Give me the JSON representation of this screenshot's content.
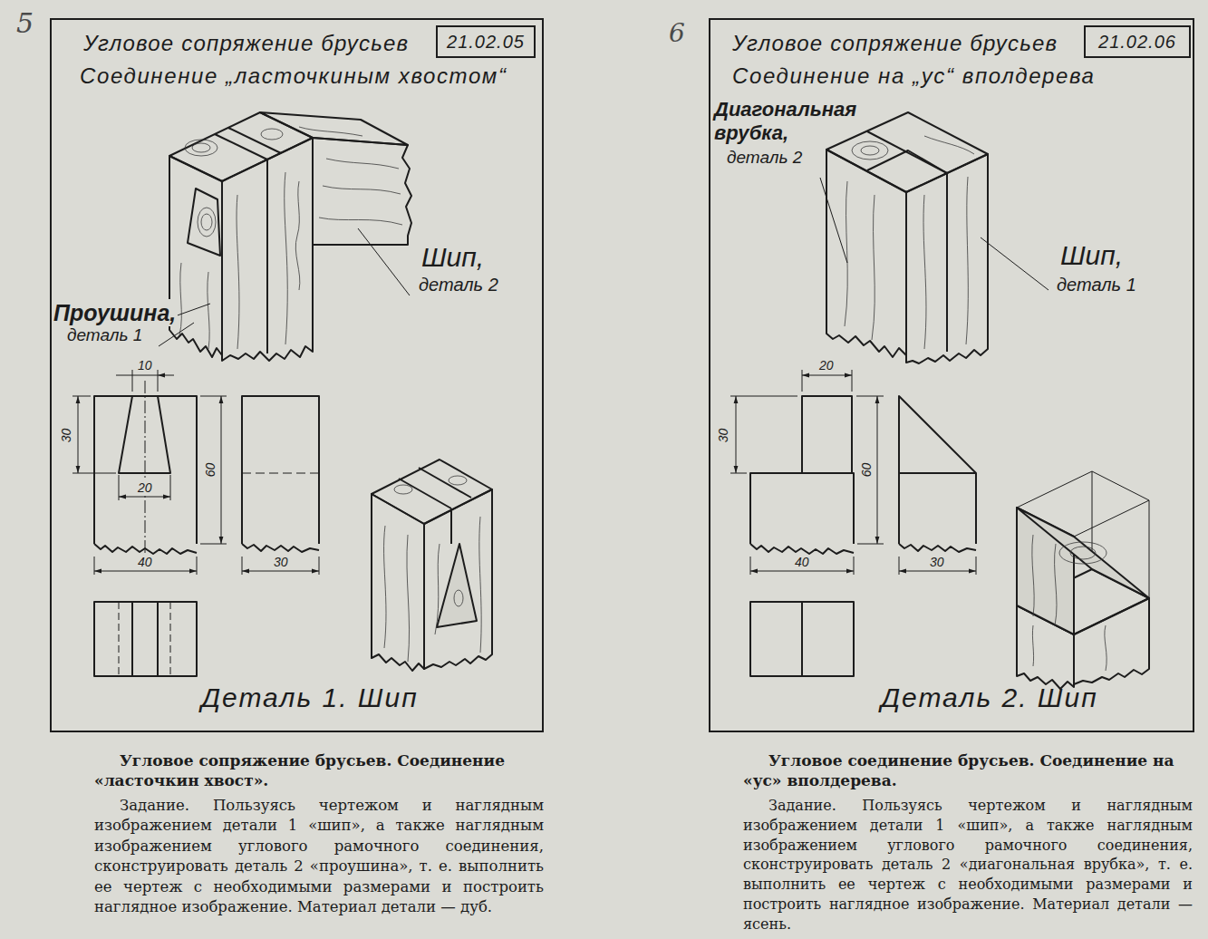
{
  "diagram": {
    "nodes": [
      {
        "text": [
          "Угловое сопряжение брусьев",
          "Соединение „ласточкиным хвостом“",
          "Деталь 1. Шип"
        ]
      },
      {
        "text": [
          "21.02.05"
        ],
        "in": 0
      },
      {
        "text": [
          "Угловое сопряжение брусьев",
          "Соединение на „ус“ вполдерева",
          "Деталь 2. Шип"
        ]
      },
      {
        "text": [
          "21.02.06"
        ],
        "in": 2
      }
    ],
    "labels": [
      "5",
      "6",
      "Проушина,",
      "деталь 1",
      "Шип,",
      "деталь 2",
      "10",
      "30",
      "20",
      "40",
      "60",
      "30",
      "Диагональная врубка,",
      "деталь 2",
      "Шип,",
      "деталь 1",
      "20",
      "30",
      "60",
      "40",
      "30",
      "Угловое сопряжение брусьев. Соединение «ласточкин хвост».",
      "Задание. Пользуясь чертежом и наглядным изображением детали 1 «шип», а также наглядным изображением углового рамочного соединения, сконструировать деталь 2 «проушина», т. е. выполнить ее чертеж с необходимыми размерами и построить наглядное изображение. Материал детали — дуб.",
      "Угловое соединение брусьев. Соединение на «ус» вполдерева.",
      "Задание. Пользуясь чертежом и наглядным изображением детали 1 «шип», а также наглядным изображением углового рамочного соединения, сконструировать деталь 2 «диагональная врубка», т. е. выполнить ее чертеж с необходимыми размерами и построить наглядное изображение. Материал детали — ясень."
    ]
  }
}
